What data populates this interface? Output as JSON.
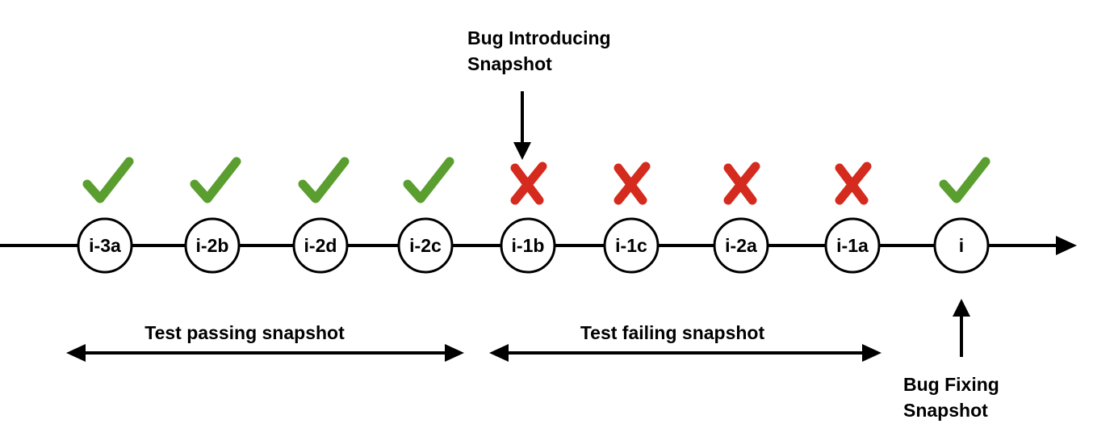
{
  "colors": {
    "line": "#000000",
    "node_fill": "#ffffff",
    "pass": "#5a9e2f",
    "fail": "#d42b1e"
  },
  "timeline": {
    "nodes": [
      {
        "label": "i-3a",
        "status": "pass"
      },
      {
        "label": "i-2b",
        "status": "pass"
      },
      {
        "label": "i-2d",
        "status": "pass"
      },
      {
        "label": "i-2c",
        "status": "pass"
      },
      {
        "label": "i-1b",
        "status": "fail"
      },
      {
        "label": "i-1c",
        "status": "fail"
      },
      {
        "label": "i-2a",
        "status": "fail"
      },
      {
        "label": "i-1a",
        "status": "fail"
      },
      {
        "label": "i",
        "status": "pass"
      }
    ]
  },
  "annotations": {
    "bug_introducing": {
      "line1": "Bug Introducing",
      "line2": "Snapshot"
    },
    "bug_fixing": {
      "line1": "Bug Fixing",
      "line2": "Snapshot"
    },
    "passing_range": "Test passing snapshot",
    "failing_range": "Test failing snapshot"
  },
  "icons": {
    "pass": "check-mark-icon",
    "fail": "cross-mark-icon"
  }
}
